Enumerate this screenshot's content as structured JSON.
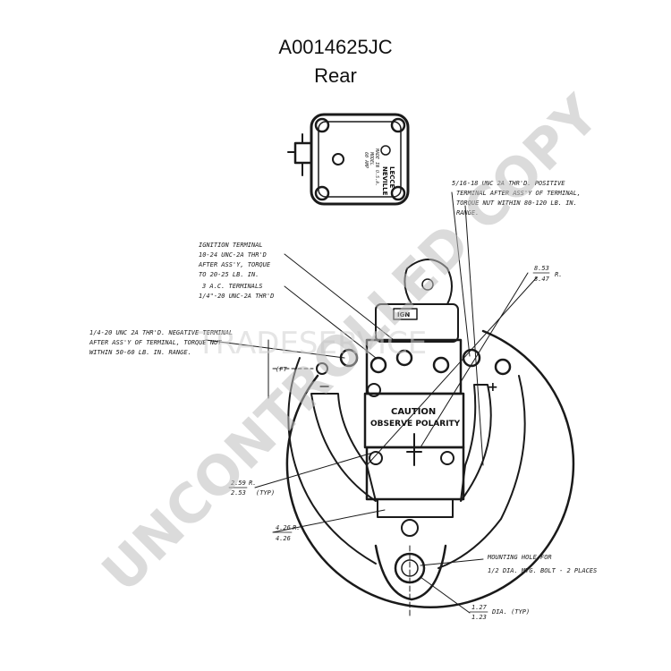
{
  "header": {
    "title": "A0014625JC",
    "subtitle": "Rear"
  },
  "drawing": {
    "labels": {
      "ignition": [
        "IGNITION TERMINAL",
        "10-24 UNC-2A THR'D",
        "AFTER ASS'Y, TORQUE",
        "TO 20-25 LB. IN."
      ],
      "ac_terminals": [
        "3 A.C. TERMINALS",
        "1/4\"-20 UNC-2A THR'D"
      ],
      "negative": [
        "1/4-20 UNC 2A THR'D. NEGATIVE TERMINAL",
        "AFTER ASS'Y OF TERMINAL, TORQUE NUT",
        "WITHIN 50-60 LB. IN. RANGE."
      ],
      "positive": [
        "5/16-18 UNC 2A THR'D. POSITIVE",
        "TERMINAL AFTER ASS'Y OF TERMINAL,",
        "TORQUE NUT WITHIN 80-120 LB. IN.",
        "RANGE."
      ],
      "mounting": [
        "MOUNTING HOLE FOR",
        "1/2 DIA. MTG. BOLT - 2 PLACES"
      ],
      "dim_top_right": [
        "8.53",
        "8.47",
        "R."
      ],
      "dim_left_radius": [
        "2.59",
        "2.53",
        "R.",
        "(TYP)"
      ],
      "dim_lower_left": [
        "4.26",
        "4.26",
        "R."
      ],
      "dim_bottom": [
        "1.27",
        "1.23",
        "DIA. (TYP)"
      ],
      "dim_ft": "(FT",
      "caution": "CAUTION",
      "observe": "OBSERVE POLARITY",
      "regulator_tag": [
        "LECCE",
        "NEVILLE"
      ],
      "regulator_small": [
        "MADE IN U.S.A.",
        "MODEL",
        "60 AMP"
      ],
      "ign_tag": "IGN"
    },
    "watermark": "UNCONTROLLED COPY",
    "watermark_brand": "TRADESERVICE"
  }
}
